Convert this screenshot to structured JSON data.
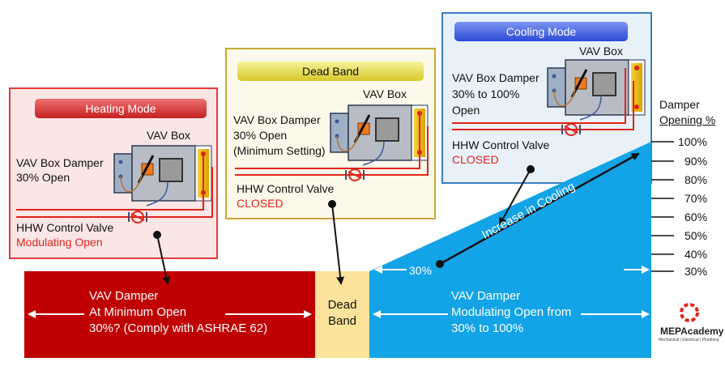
{
  "heating": {
    "title": "Heating Mode",
    "vav_box": "VAV Box",
    "damper_line1": "VAV Box Damper",
    "damper_line2": "30% Open",
    "valve": "HHW Control Valve",
    "valve_state": "Modulating Open"
  },
  "deadband": {
    "title": "Dead Band",
    "vav_box": "VAV Box",
    "damper_line1": "VAV Box Damper",
    "damper_line2": "30% Open",
    "damper_line3": "(Minimum Setting)",
    "valve": "HHW Control Valve",
    "valve_state": "CLOSED"
  },
  "cooling": {
    "title": "Cooling Mode",
    "vav_box": "VAV Box",
    "damper_line1": "VAV Box Damper",
    "damper_line2": "30% to 100%",
    "damper_line3": "Open",
    "valve": "HHW Control Valve",
    "valve_state": "CLOSED"
  },
  "bar": {
    "red_line1": "VAV Damper",
    "red_line2": "At Minimum Open",
    "red_line3": "30%? (Comply with ASHRAE 62)",
    "dead_line1": "Dead",
    "dead_line2": "Band",
    "blue_line1": "VAV Damper",
    "blue_line2": "Modulating Open from",
    "blue_line3": "30% to 100%",
    "start_pct": "30%",
    "arrow_label": "Increase in Cooling"
  },
  "scale": {
    "title_line1": "Damper",
    "title_line2": "Opening %",
    "ticks": [
      "100%",
      "90%",
      "80%",
      "70%",
      "60%",
      "50%",
      "40%",
      "30%"
    ]
  },
  "logo": {
    "name": "MEPAcademy",
    "tagline": "Mechanical | Electrical | Plumbing"
  },
  "colors": {
    "heating_red": "#c00000",
    "deadband_yellow": "#fbe39b",
    "cooling_blue": "#13a3e7",
    "valve_red": "#e2231a"
  }
}
